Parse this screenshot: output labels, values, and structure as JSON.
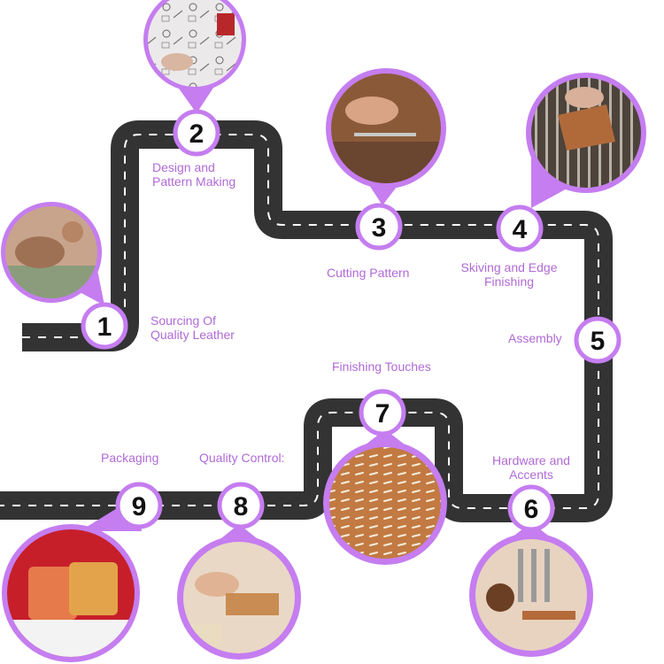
{
  "colors": {
    "accent": "#c57df0",
    "road": "#333333",
    "dash": "#ffffff",
    "label": "#b06ad6"
  },
  "steps": [
    {
      "number": "1",
      "label_line1": "Sourcing Of",
      "label_line2": "Quality Leather"
    },
    {
      "number": "2",
      "label_line1": "Design and",
      "label_line2": "Pattern Making"
    },
    {
      "number": "3",
      "label_line1": "Cutting Pattern",
      "label_line2": ""
    },
    {
      "number": "4",
      "label_line1": "Skiving and Edge",
      "label_line2": "Finishing"
    },
    {
      "number": "5",
      "label_line1": "Assembly",
      "label_line2": ""
    },
    {
      "number": "6",
      "label_line1": "Hardware and",
      "label_line2": "Accents"
    },
    {
      "number": "7",
      "label_line1": "Finishing Touches",
      "label_line2": ""
    },
    {
      "number": "8",
      "label_line1": "Quality Control:",
      "label_line2": ""
    },
    {
      "number": "9",
      "label_line1": "Packaging",
      "label_line2": ""
    }
  ]
}
